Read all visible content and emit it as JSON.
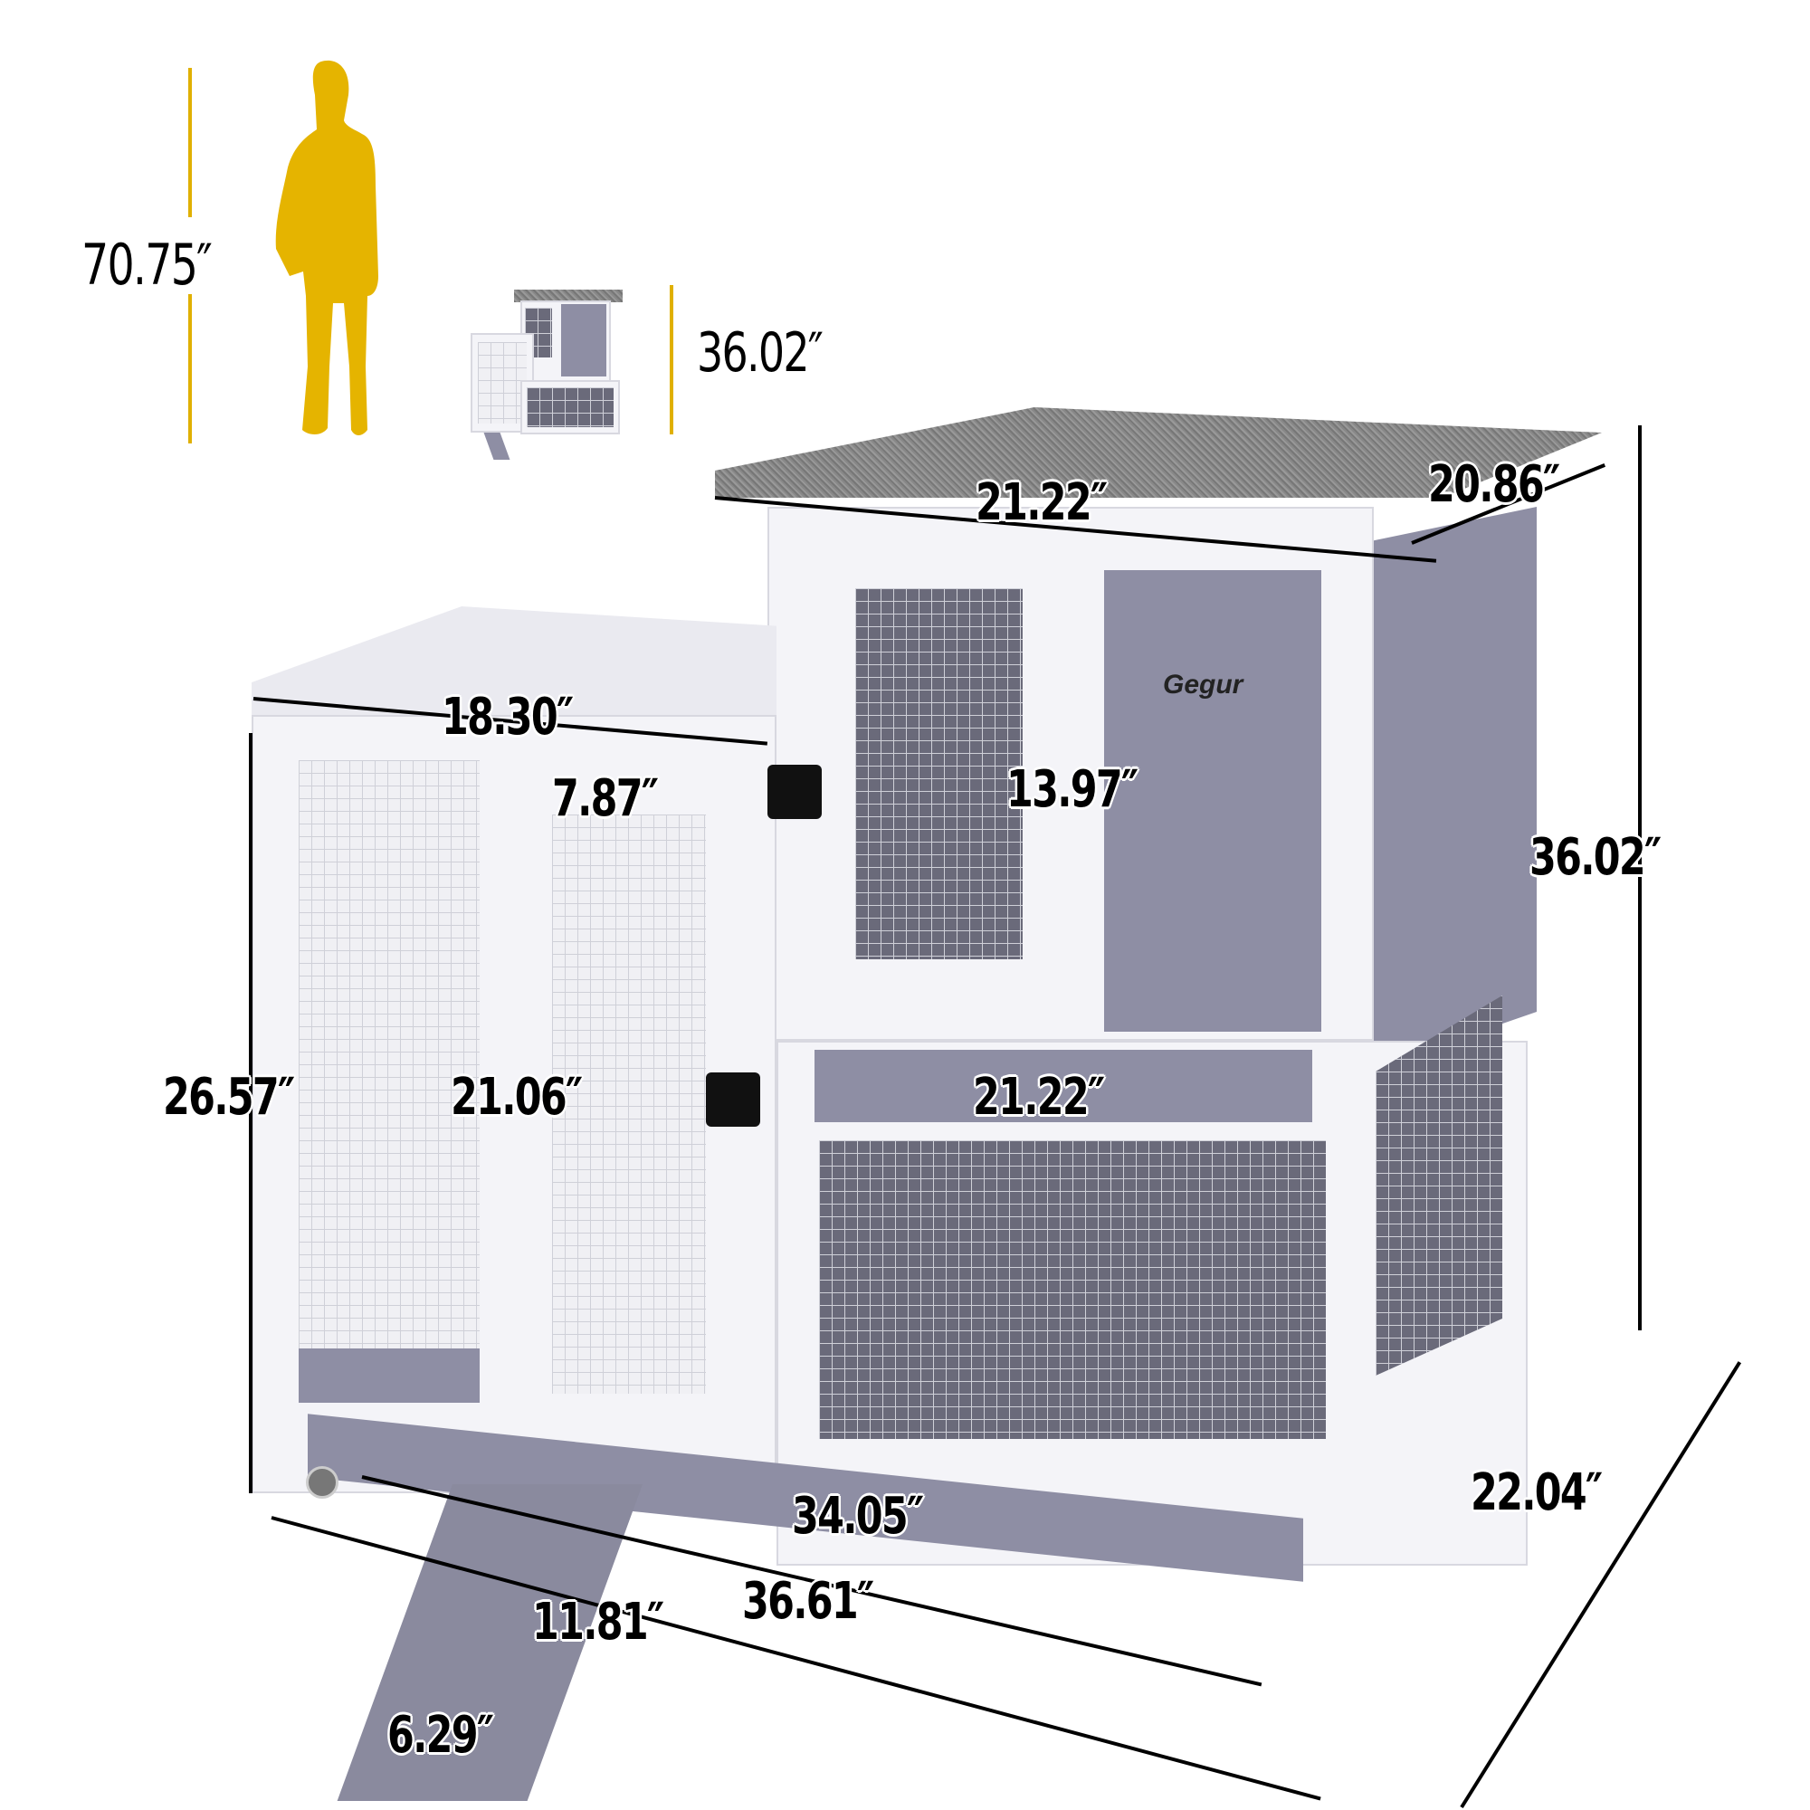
{
  "product": {
    "brand_logo": "Gegur",
    "colors": {
      "accent_line": "#e0b000",
      "person_silhouette": "#e5b400",
      "hutch_grey": "#8e8ea4",
      "hutch_white": "#f4f4f8",
      "roof": "#888888"
    }
  },
  "scale_comparison": {
    "person_height": "70.75″",
    "small_hutch_height": "36.02″"
  },
  "dimensions": {
    "roof_width": "21.22″",
    "roof_depth": "20.86″",
    "run_top_width": "18.30″",
    "run_door_width": "7.87″",
    "upper_door_height": "13.97″",
    "total_height": "36.02″",
    "run_height": "26.57″",
    "run_door_height": "21.06″",
    "tray_width": "21.22″",
    "base_width": "34.05″",
    "overall_width": "36.61″",
    "overall_depth": "22.04″",
    "ramp_length": "11.81″",
    "ramp_width": "6.29″"
  }
}
